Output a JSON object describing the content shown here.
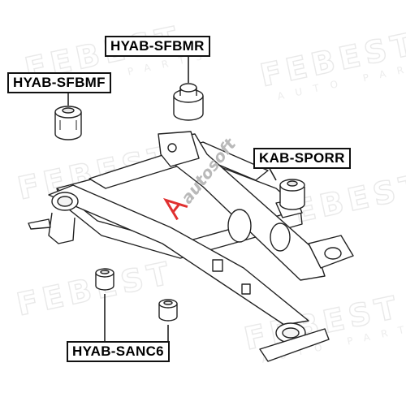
{
  "parts": {
    "sfbmr": {
      "code": "HYAB-SFBMR"
    },
    "sfbmf": {
      "code": "HYAB-SFBMF"
    },
    "sporr": {
      "code": "KAB-SPORR"
    },
    "sanc6": {
      "code": "HYAB-SANC6"
    }
  },
  "watermark": {
    "brand": "FEBEST",
    "sub": "AUTO PARTS",
    "site_logo": "autosoft"
  },
  "colors": {
    "line": "#222222",
    "watermark": "#e6e6e6",
    "logo_accent": "#e03030"
  }
}
